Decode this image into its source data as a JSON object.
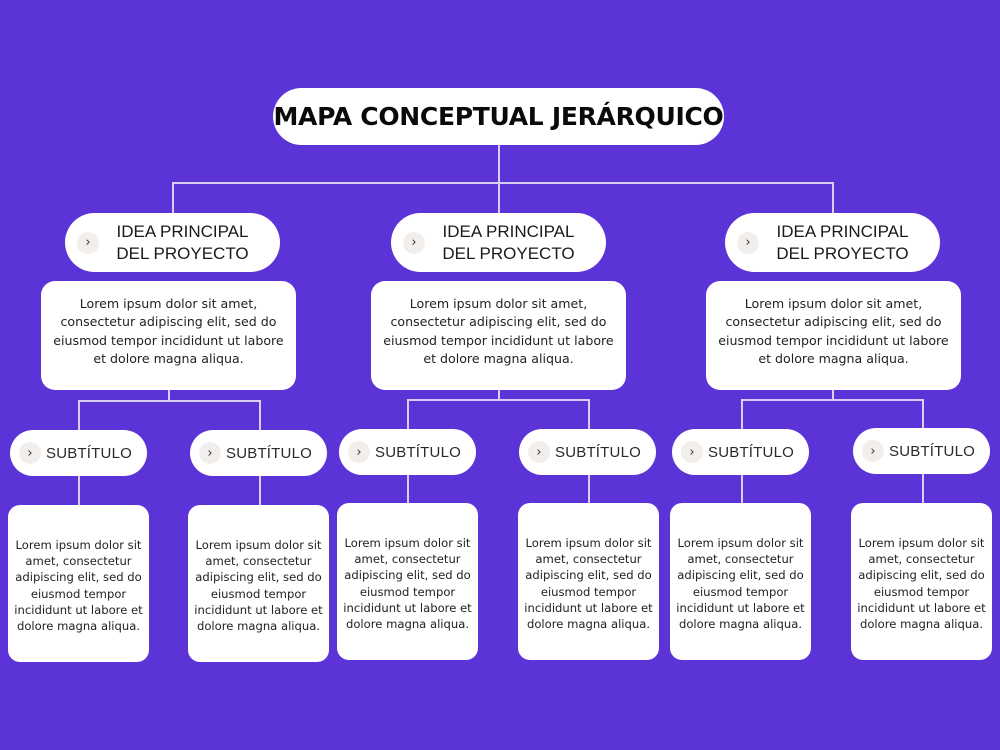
{
  "title": "MAPA CONCEPTUAL JERÁRQUICO",
  "colors": {
    "background": "#5b33d6",
    "card": "#ffffff",
    "connector": "#d9cff5",
    "chevron_bg": "#f1eeec"
  },
  "branches": [
    {
      "idea": {
        "icon": "chevron-right-icon",
        "line1": "IDEA PRINCIPAL",
        "line2": "DEL PROYECTO"
      },
      "description": "Lorem ipsum dolor sit amet, consectetur adipiscing elit, sed do eiusmod tempor incididunt ut labore et dolore magna aliqua.",
      "subtopics": [
        {
          "label": "SUBTÍTULO",
          "icon": "chevron-right-icon",
          "text": "Lorem ipsum dolor sit amet, consectetur adipiscing elit, sed do eiusmod tempor incididunt ut labore et dolore magna aliqua."
        },
        {
          "label": "SUBTÍTULO",
          "icon": "chevron-right-icon",
          "text": "Lorem ipsum dolor sit amet, consectetur adipiscing elit, sed do eiusmod tempor incididunt ut labore et dolore magna aliqua."
        }
      ]
    },
    {
      "idea": {
        "icon": "chevron-right-icon",
        "line1": "IDEA PRINCIPAL",
        "line2": "DEL PROYECTO"
      },
      "description": "Lorem ipsum dolor sit amet, consectetur adipiscing elit, sed do eiusmod tempor incididunt ut labore et dolore magna aliqua.",
      "subtopics": [
        {
          "label": "SUBTÍTULO",
          "icon": "chevron-right-icon",
          "text": "Lorem ipsum dolor sit amet, consectetur adipiscing elit, sed do eiusmod tempor incididunt ut labore et dolore magna aliqua."
        },
        {
          "label": "SUBTÍTULO",
          "icon": "chevron-right-icon",
          "text": "Lorem ipsum dolor sit amet, consectetur adipiscing elit, sed do eiusmod tempor incididunt ut labore et dolore magna aliqua."
        }
      ]
    },
    {
      "idea": {
        "icon": "chevron-right-icon",
        "line1": "IDEA PRINCIPAL",
        "line2": "DEL PROYECTO"
      },
      "description": "Lorem ipsum dolor sit amet, consectetur adipiscing elit, sed do eiusmod tempor incididunt ut labore et dolore magna aliqua.",
      "subtopics": [
        {
          "label": "SUBTÍTULO",
          "icon": "chevron-right-icon",
          "text": "Lorem ipsum dolor sit amet, consectetur adipiscing elit, sed do eiusmod tempor incididunt ut labore et dolore magna aliqua."
        },
        {
          "label": "SUBTÍTULO",
          "icon": "chevron-right-icon",
          "text": "Lorem ipsum dolor sit amet, consectetur adipiscing elit, sed do eiusmod tempor incididunt ut labore et dolore magna aliqua."
        }
      ]
    }
  ]
}
